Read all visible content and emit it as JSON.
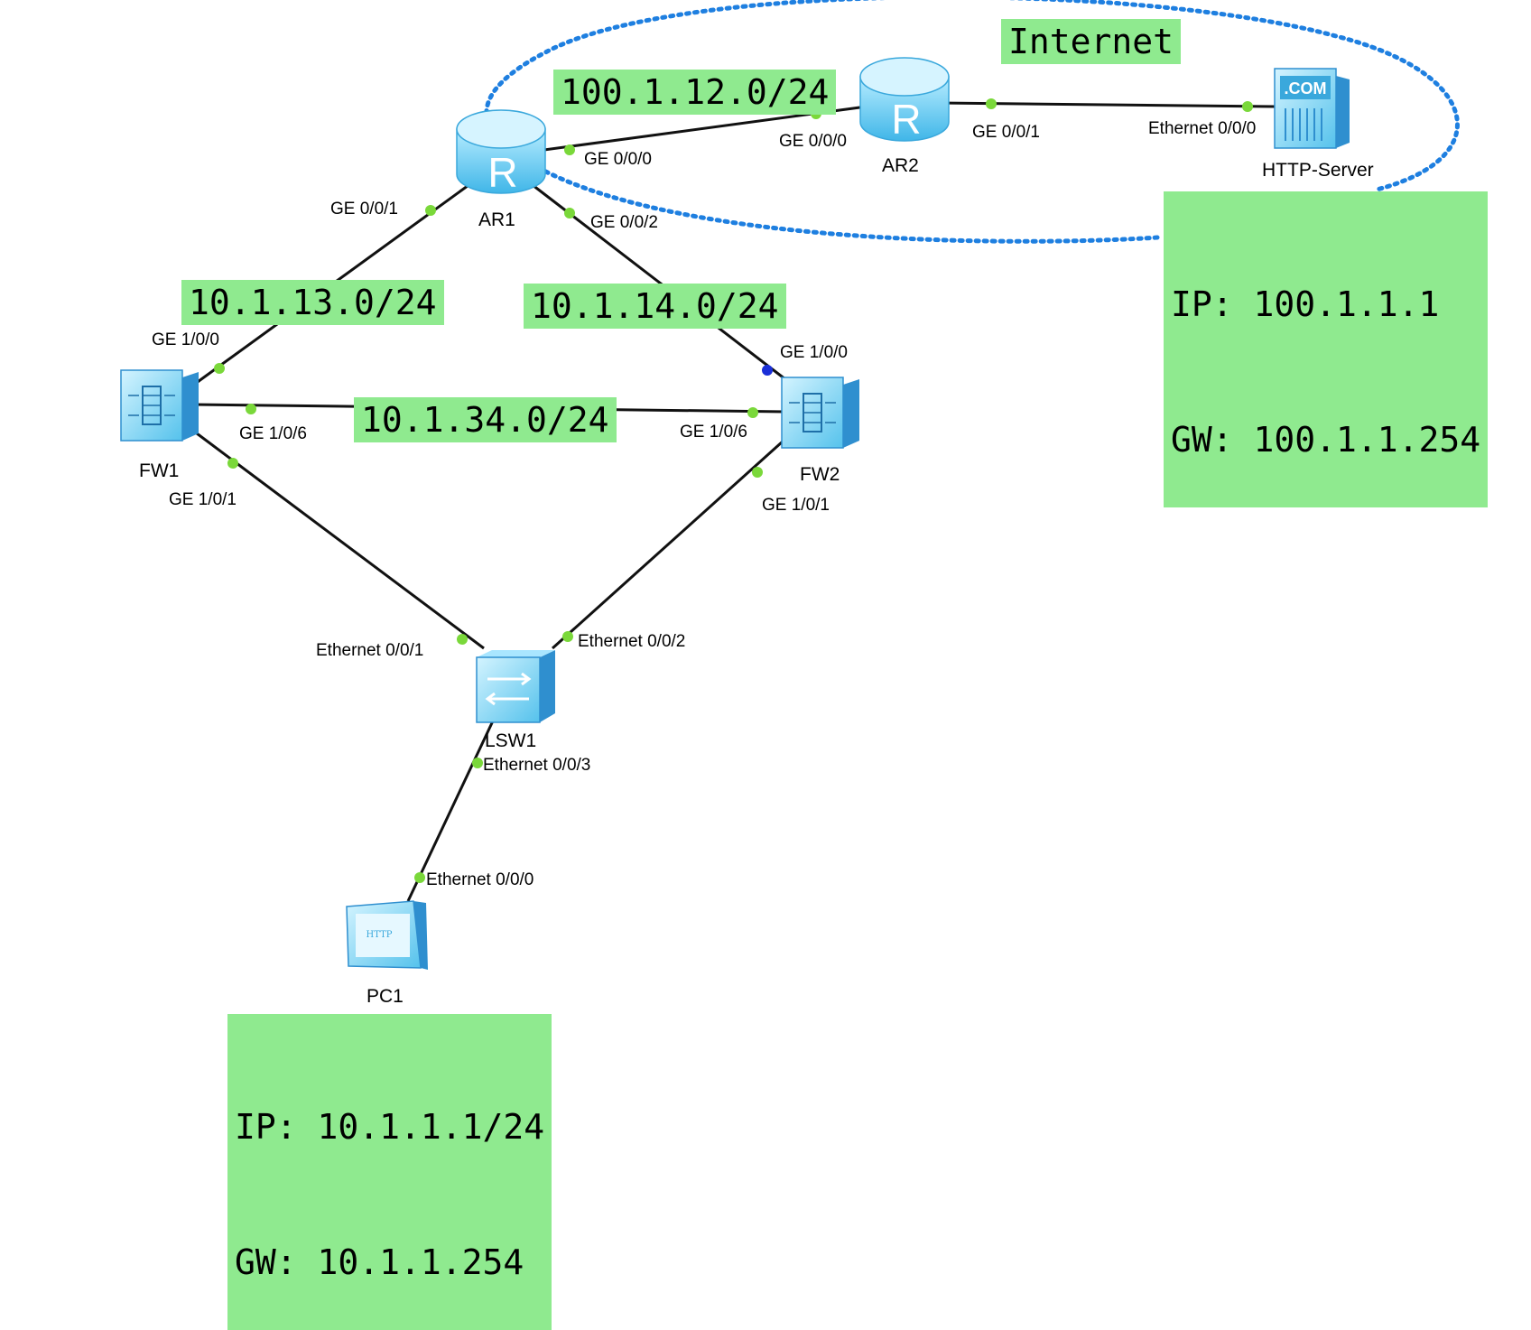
{
  "internet_label": "Internet",
  "devices": {
    "ar1": "AR1",
    "ar2": "AR2",
    "fw1": "FW1",
    "fw2": "FW2",
    "lsw1": "LSW1",
    "pc1": "PC1",
    "http_server": "HTTP-Server"
  },
  "icon_text": {
    "router": "R",
    "server": ".COM",
    "pc": "HTTP"
  },
  "networks": {
    "ar1_ar2": "100.1.12.0/24",
    "ar1_fw1": "10.1.13.0/24",
    "ar1_fw2": "10.1.14.0/24",
    "fw1_fw2": "10.1.34.0/24"
  },
  "server_info": {
    "ip": "IP: 100.1.1.1",
    "gw": "GW: 100.1.1.254"
  },
  "pc_info": {
    "ip": "IP: 10.1.1.1/24",
    "gw": "GW: 10.1.1.254"
  },
  "interfaces": {
    "ar1_ge000": "GE 0/0/0",
    "ar1_ge001": "GE 0/0/1",
    "ar1_ge002": "GE 0/0/2",
    "ar2_ge000": "GE 0/0/0",
    "ar2_ge001": "GE 0/0/1",
    "server_eth000": "Ethernet 0/0/0",
    "fw1_ge100": "GE 1/0/0",
    "fw1_ge106": "GE 1/0/6",
    "fw1_ge101": "GE 1/0/1",
    "fw2_ge100": "GE 1/0/0",
    "fw2_ge106": "GE 1/0/6",
    "fw2_ge101": "GE 1/0/1",
    "lsw1_eth001": "Ethernet 0/0/1",
    "lsw1_eth002": "Ethernet 0/0/2",
    "lsw1_eth003": "Ethernet 0/0/3",
    "pc1_eth000": "Ethernet 0/0/0"
  },
  "colors": {
    "label_bg": "#8fea8f",
    "device_blue": "#5cc8ee",
    "cloud_border": "#1e7fe0",
    "link": "#111111",
    "port_up": "#7ad83a",
    "port_alt": "#1a2fd8"
  }
}
